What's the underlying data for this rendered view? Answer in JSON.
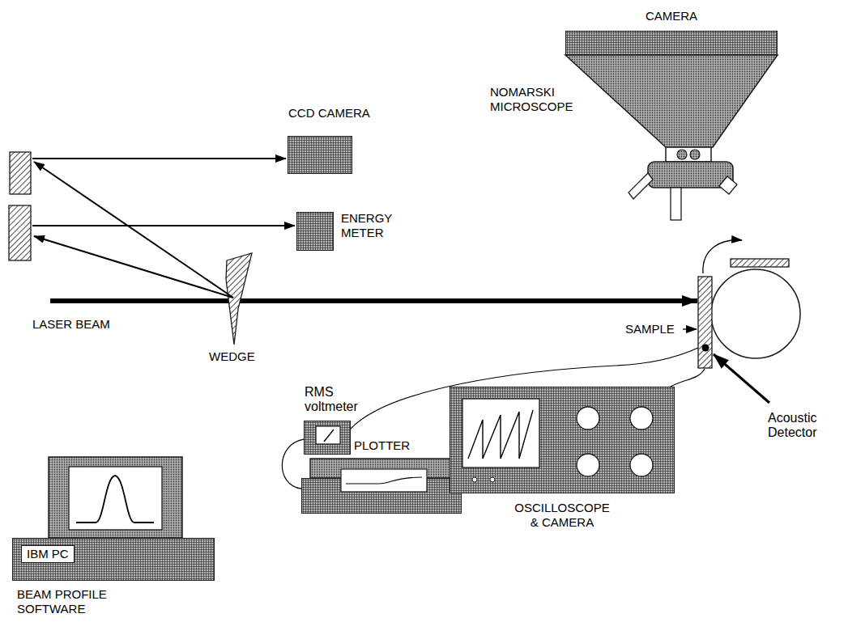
{
  "diagram": {
    "nodes": [
      {
        "text": [
          "CAMERA"
        ]
      },
      {
        "text": [
          "CCD CAMERA"
        ]
      },
      {
        "text": [
          "ENERGY METER"
        ]
      },
      {
        "text": [
          "RMS voltmeter"
        ]
      },
      {
        "text": [
          "IBM PC",
          "BEAM PROFILE SOFTWARE"
        ]
      },
      {
        "text": [
          "PLOTTER"
        ]
      },
      {
        "text": [
          "OSCILLOSCOPE & CAMERA"
        ]
      }
    ],
    "edges": [
      {
        "from": 3,
        "to": 5,
        "arrow": "none"
      }
    ],
    "labels": [
      "NOMARSKI MICROSCOPE",
      "LASER BEAM",
      "WEDGE",
      "SAMPLE",
      "Acoustic Detector"
    ]
  }
}
